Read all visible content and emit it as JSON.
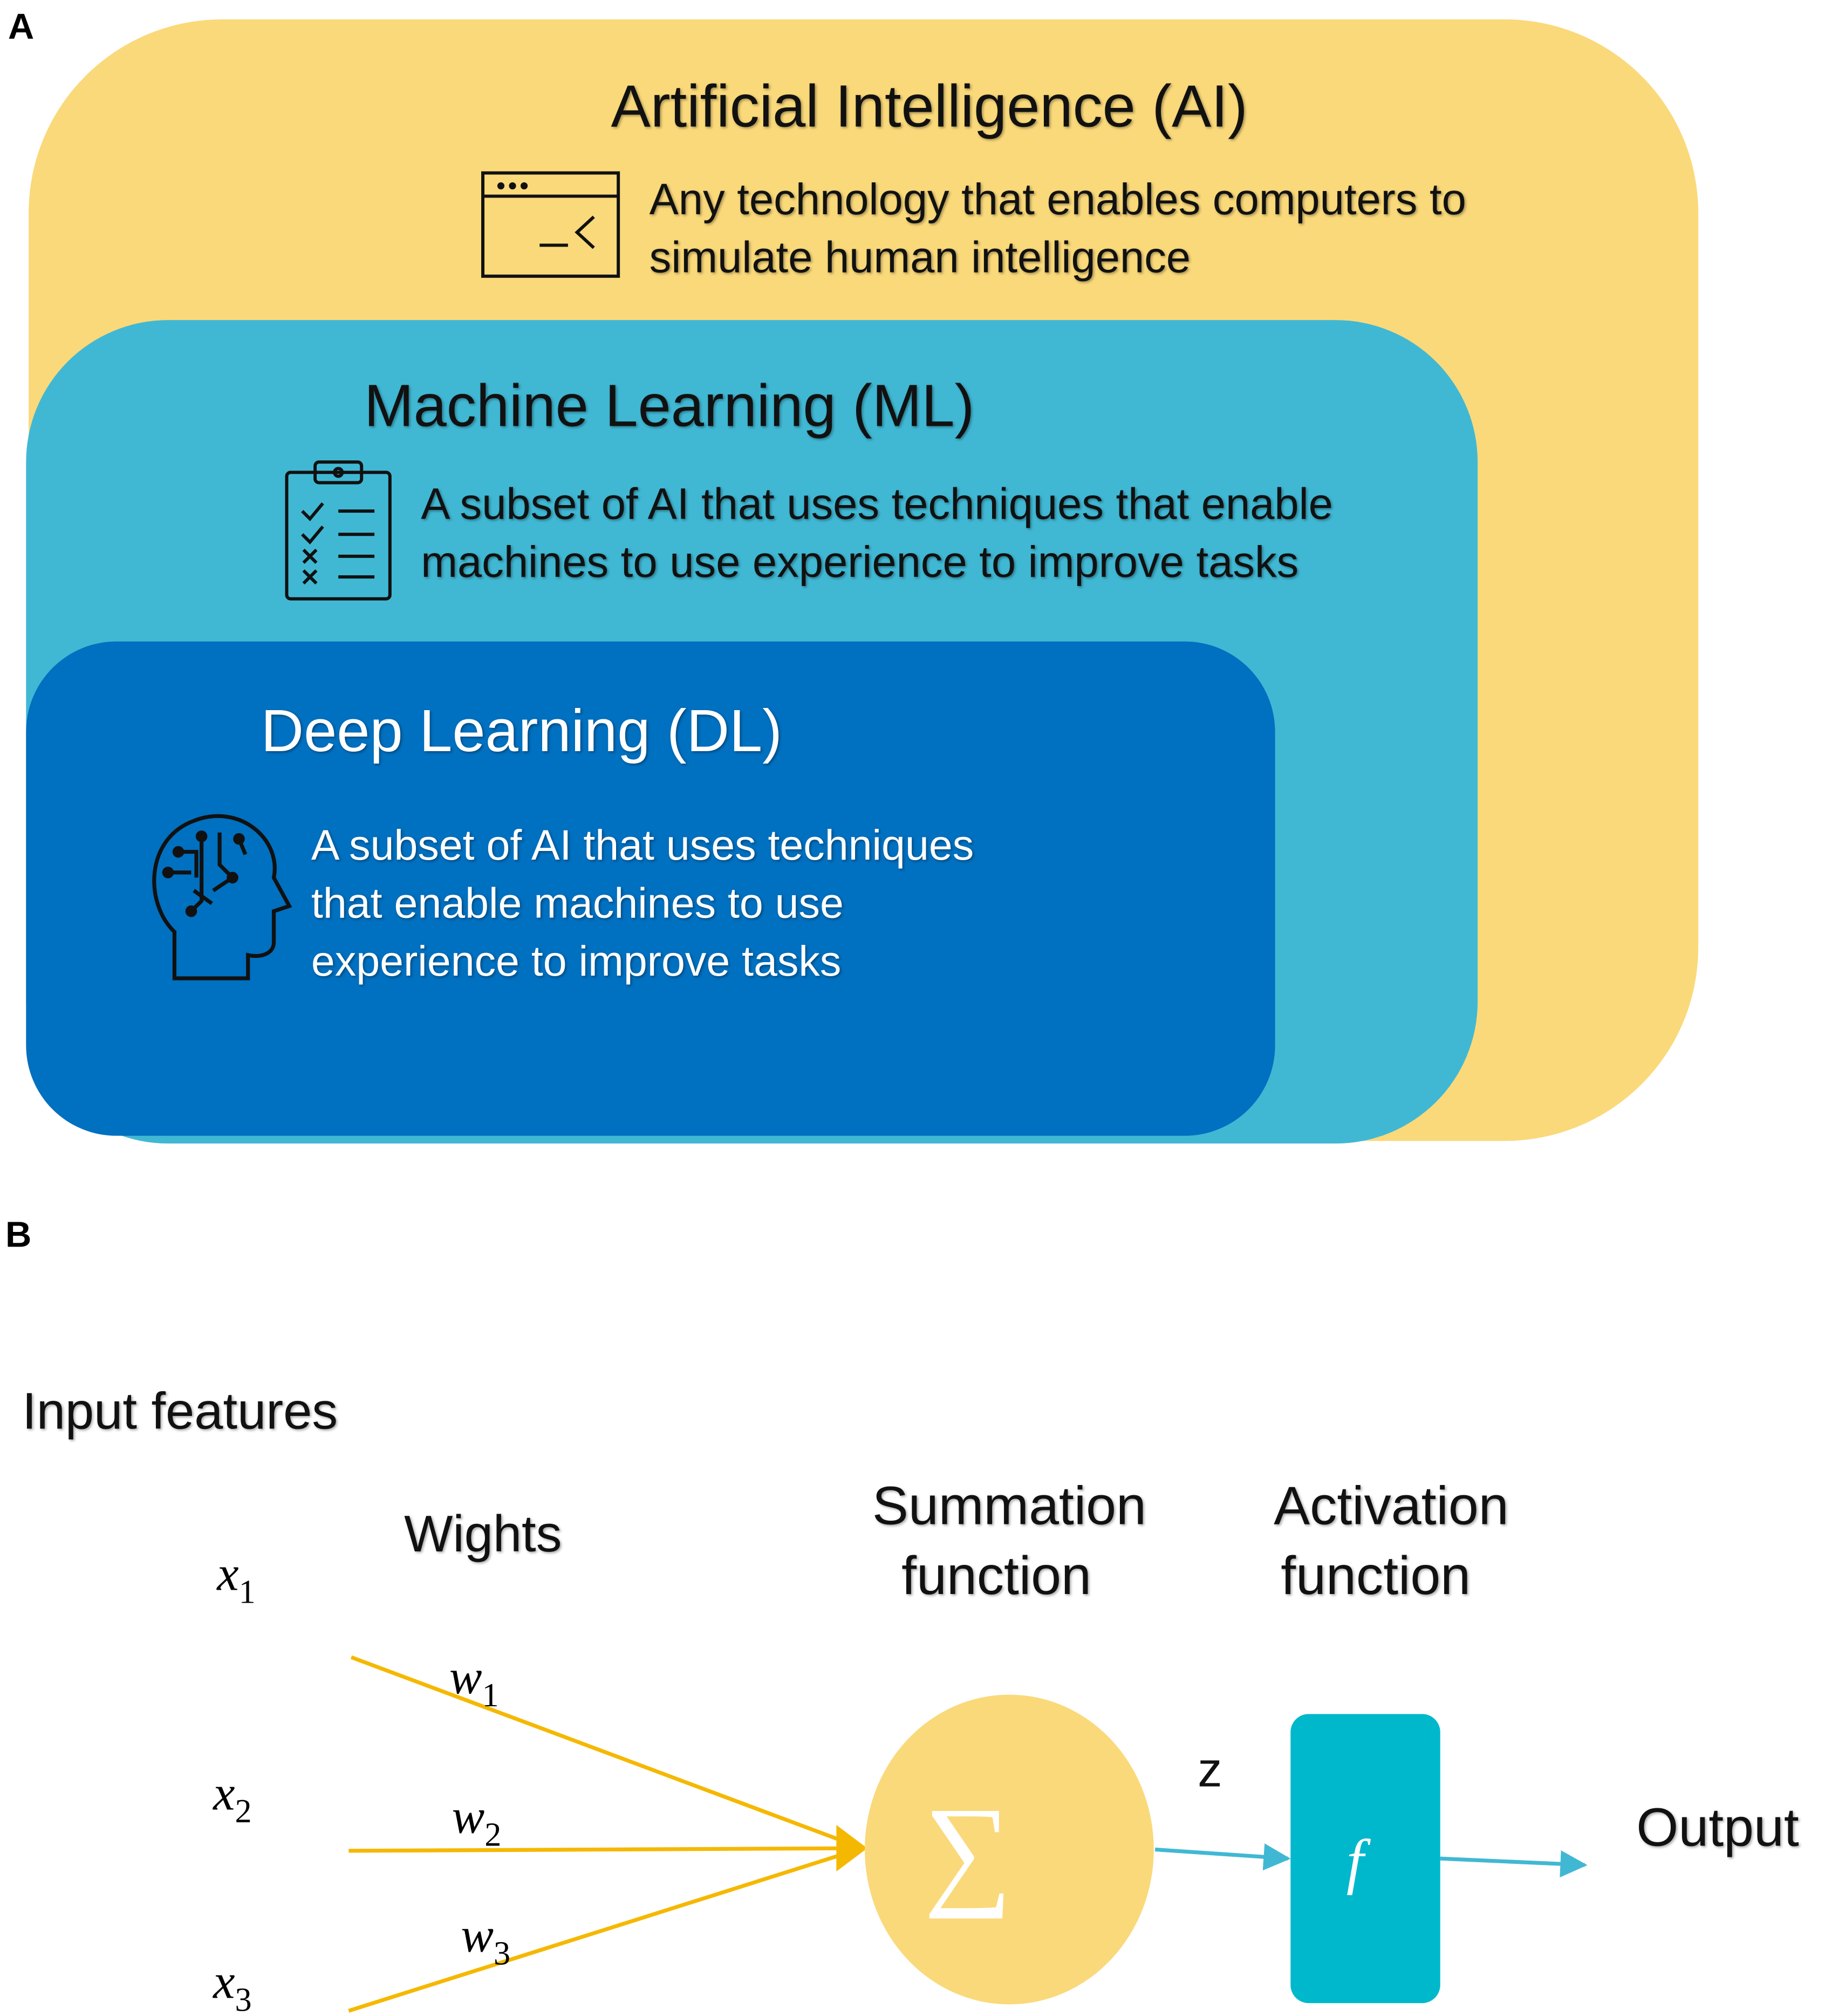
{
  "panel_a": {
    "label": "A",
    "colors": {
      "ai": "#FAD97A",
      "ml": "#40B8D4",
      "dl": "#0070C0"
    },
    "ai": {
      "title": "Artificial Intelligence (AI)",
      "icon": "terminal-window-icon",
      "desc": [
        "Any technology that enables computers to",
        "simulate human intelligence"
      ]
    },
    "ml": {
      "title": "Machine Learning (ML)",
      "icon": "clipboard-checklist-icon",
      "desc": [
        "A subset of AI that uses techniques that enable",
        "machines to use experience to improve tasks"
      ]
    },
    "dl": {
      "title": "Deep Learning (DL)",
      "icon": "brain-head-circuit-icon",
      "desc": [
        "A subset of AI that uses techniques",
        "that enable machines to use",
        "experience to improve tasks"
      ]
    }
  },
  "panel_b": {
    "label": "B",
    "input_features": "Input features",
    "weights_label": "Wights",
    "inputs": [
      {
        "base": "x",
        "sub": "1"
      },
      {
        "base": "x",
        "sub": "2"
      },
      {
        "base": "x",
        "sub": "3"
      }
    ],
    "weights": [
      {
        "base": "w",
        "sub": "1"
      },
      {
        "base": "w",
        "sub": "2"
      },
      {
        "base": "w",
        "sub": "3"
      }
    ],
    "summation": [
      "Summation",
      "function"
    ],
    "activation": [
      "Activation",
      "function"
    ],
    "sigma": "∑",
    "z": "z",
    "f": "f",
    "output": "Output",
    "colors": {
      "edges": "#F5B800",
      "sum_node": "#FAD97A",
      "act_node": "#00B8CC",
      "arrows": "#40B8D4"
    }
  }
}
